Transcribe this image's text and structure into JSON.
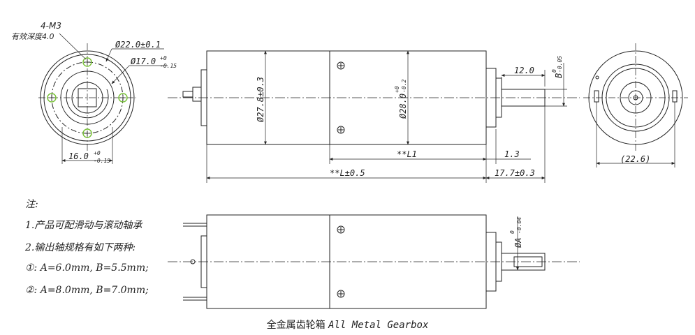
{
  "title": "",
  "front_view": {
    "thread_label": "4-M3",
    "depth_label": "有效深度4.0",
    "dia_outer": "Ø22.0±0.1",
    "dia_inner_base": "Ø17.0",
    "dia_inner_tol_upper": "+0",
    "dia_inner_tol_lower": "-0.15",
    "width_base": "16.0",
    "width_tol_upper": "+0",
    "width_tol_lower": "-0.15"
  },
  "side_view": {
    "dia_left": "Ø27.8±0.3",
    "dia_right_base": "Ø28.0",
    "dia_right_tol_upper": "+0",
    "dia_right_tol_lower": "-0.2",
    "shaft_length": "12.0",
    "shaft_dia": "B",
    "shaft_dia_tol_upper": "0",
    "shaft_dia_tol_lower": "-0.05",
    "gearbox_length": "**L1",
    "flange": "1.3",
    "total_length": "**L±0.5",
    "shaft_total": "17.7±0.3"
  },
  "rear_view": {
    "width": "(22.6)"
  },
  "bottom_view": {
    "shaft_dia_base": "ØA",
    "shaft_dia_tol_upper": "0",
    "shaft_dia_tol_lower": "-0.04"
  },
  "notes": {
    "heading": "注:",
    "line1": "1.产品可配滑动与滚动轴承",
    "line2": "2.输出轴规格有如下两种:",
    "option1": "①: A=6.0mm, B=5.5mm;",
    "option2": "②: A=8.0mm, B=7.0mm;"
  },
  "caption": {
    "cn": "全金属齿轮箱",
    "en": "All Metal Gearbox"
  }
}
